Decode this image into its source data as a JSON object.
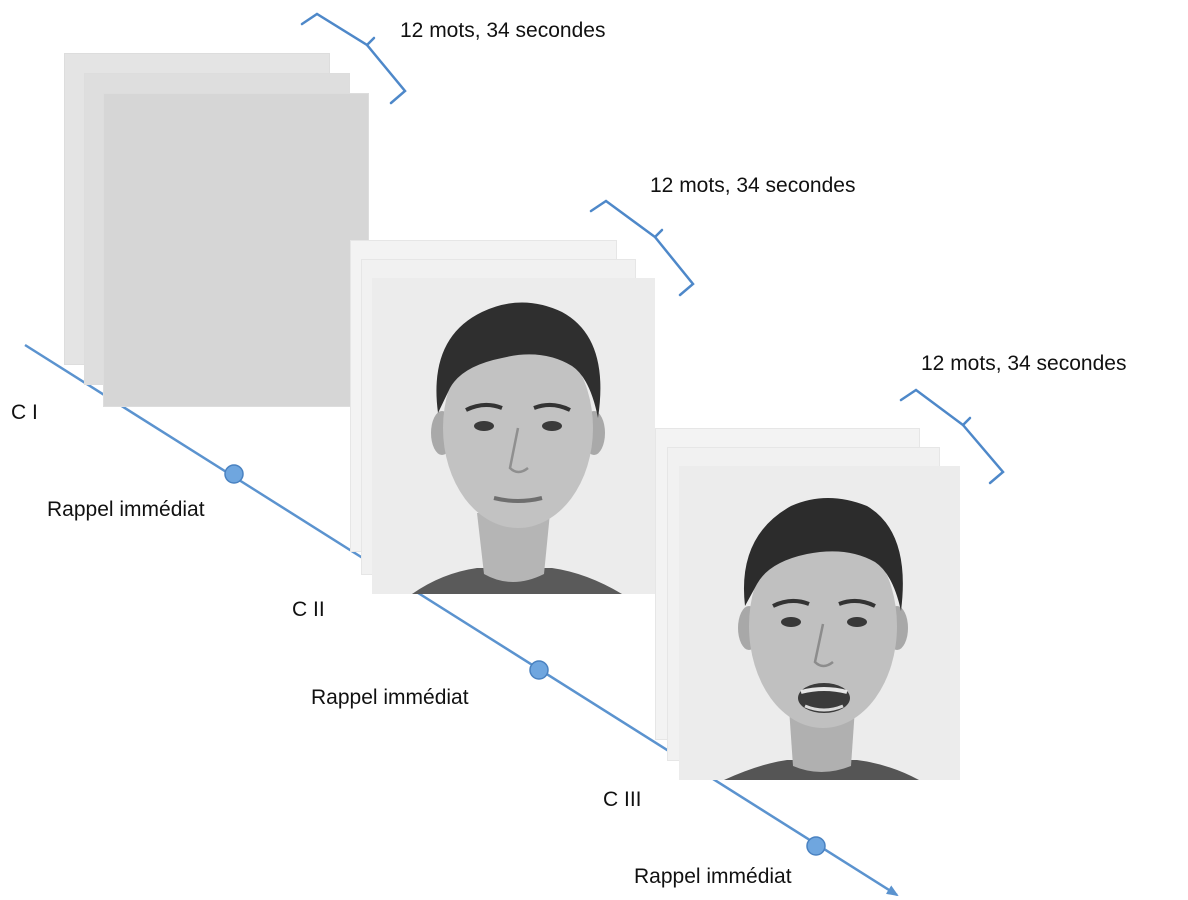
{
  "colors": {
    "timeline": "#5b93cf",
    "dot": "#6fa6df",
    "brace": "#4e88c9",
    "blank_card": "#d6d6d6",
    "photo_bg": "#ececec"
  },
  "conditions": [
    {
      "label": "C I",
      "recall": "Rappel immédiat",
      "duration": "12 mots, 34 secondes",
      "stimulus": "blank-gray-square"
    },
    {
      "label": "C II",
      "recall": "Rappel immédiat",
      "duration": "12 mots, 34 secondes",
      "stimulus": "face-photo-mouth-closed"
    },
    {
      "label": "C III",
      "recall": "Rappel immédiat",
      "duration": "12 mots, 34 secondes",
      "stimulus": "face-photo-mouth-open"
    }
  ]
}
